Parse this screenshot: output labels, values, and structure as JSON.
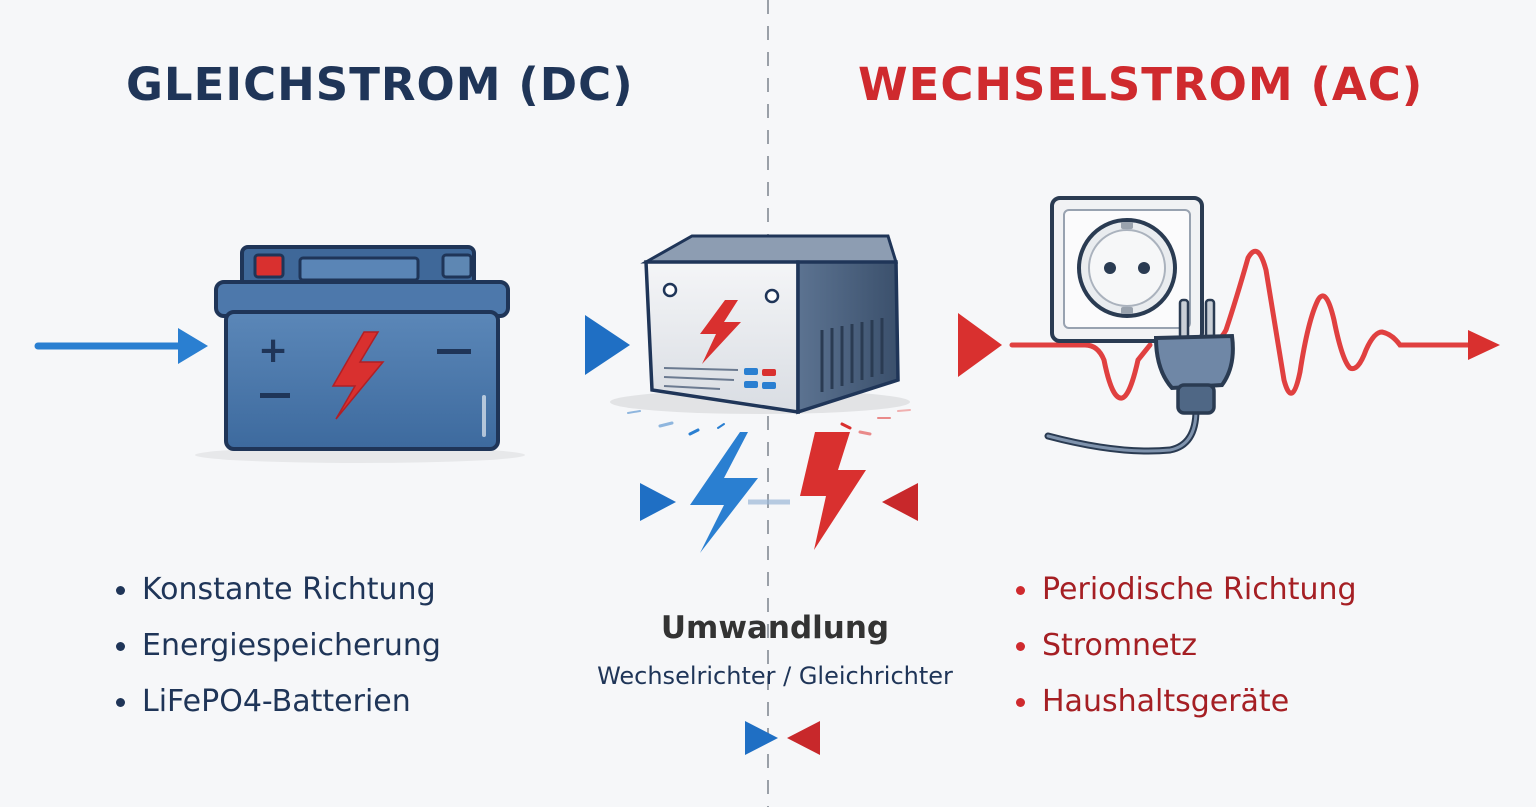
{
  "dc": {
    "title": "GLEICHSTROM (DC)",
    "features": [
      "Konstante Richtung",
      "Energiespeicherung",
      "LiFePO4-Batterien"
    ],
    "color": "#1f3558",
    "accent": "#2a7fd1"
  },
  "ac": {
    "title": "WECHSELSTROM (AC)",
    "features": [
      "Periodische Richtung",
      "Stromnetz",
      "Haushaltsgeräte"
    ],
    "color": "#cf2a2e",
    "accent": "#d9302f"
  },
  "conversion": {
    "title": "Umwandlung",
    "subtitle": "Wechselrichter / Gleichrichter"
  },
  "icons": [
    "battery-icon",
    "converter-icon",
    "socket-icon",
    "plug-icon",
    "sine-wave-icon",
    "lightning-icon"
  ]
}
